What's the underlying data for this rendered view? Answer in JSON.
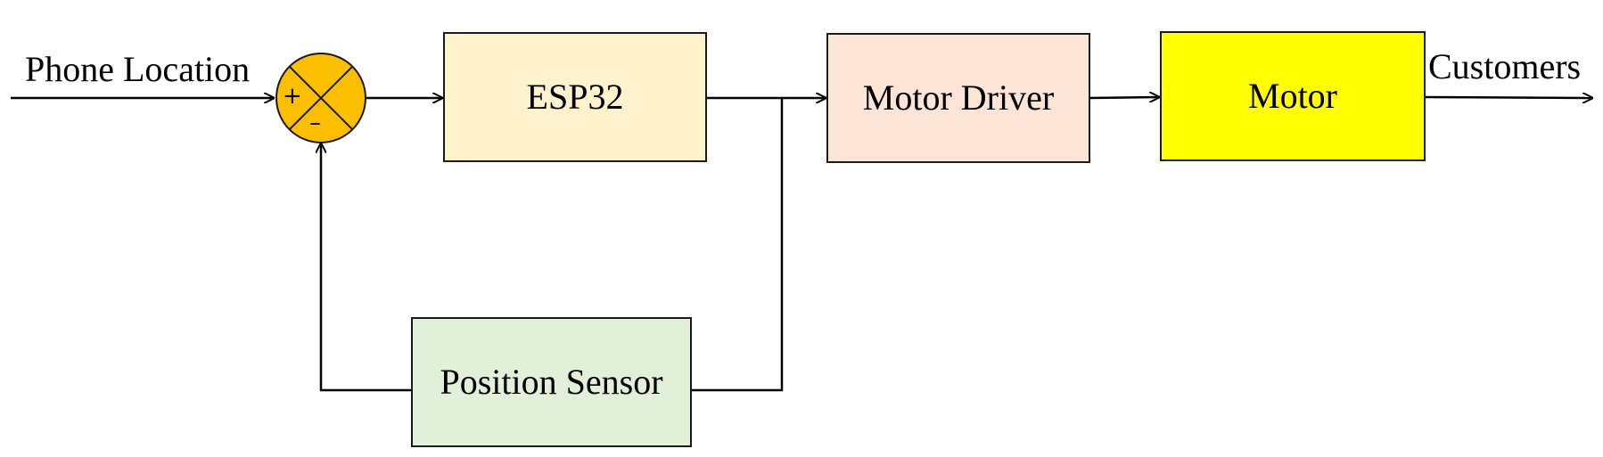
{
  "diagram": {
    "input_label": "Phone Location",
    "output_label": "Customers",
    "summing_junction": {
      "plus_sign": "+",
      "minus_sign": "–",
      "fill_color": "#fbbf00"
    },
    "blocks": {
      "esp32": {
        "label": "ESP32",
        "fill_color": "#fff2cc"
      },
      "motor_driver": {
        "label": "Motor Driver",
        "fill_color": "#fce4d6"
      },
      "motor": {
        "label": "Motor",
        "fill_color": "#ffff00"
      },
      "position_sensor": {
        "label": "Position Sensor",
        "fill_color": "#e2efd9"
      }
    }
  }
}
